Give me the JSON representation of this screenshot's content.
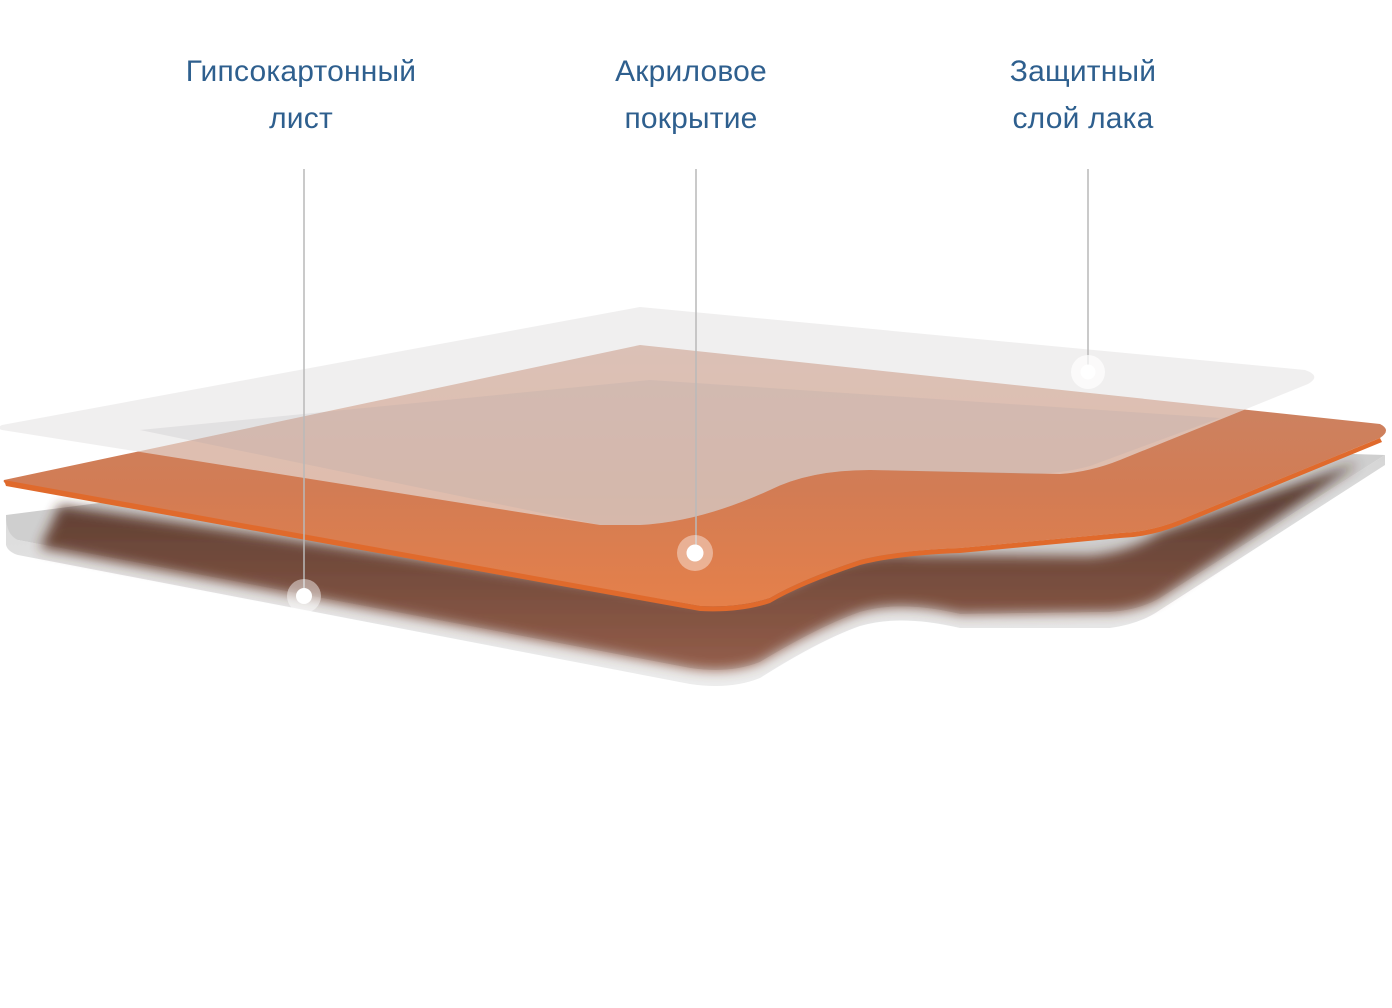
{
  "layers": [
    {
      "id": "drywall",
      "label_lines": [
        "Гипсокартонный",
        "лист"
      ],
      "color": "#e4e4e4"
    },
    {
      "id": "acrylic",
      "label_lines": [
        "Акриловое",
        "покрытие"
      ],
      "color": "#e07f4a"
    },
    {
      "id": "lacquer",
      "label_lines": [
        "Защитный",
        "слой лака"
      ],
      "color": "#e8e6e6"
    }
  ],
  "colors": {
    "label_text": "#2e5f8e",
    "leader_line": "#b9b9b9",
    "marker_fill": "#ffffff",
    "marker_ring": "#d9d9d9"
  }
}
